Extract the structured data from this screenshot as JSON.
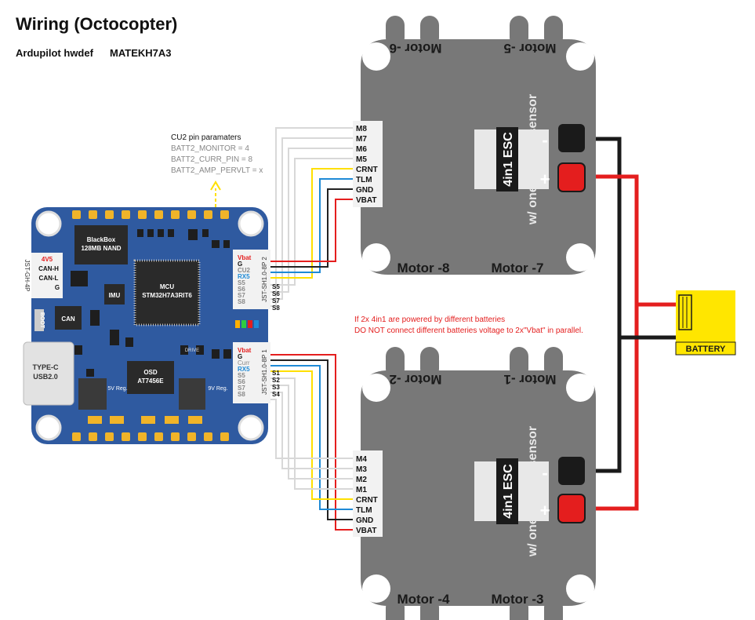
{
  "title": "Wiring (Octocopter)",
  "subtitle": {
    "left": "Ardupilot hwdef",
    "right": "MATEKH7A3"
  },
  "cu2_params": {
    "heading": "CU2 pin paramaters",
    "lines": [
      "BATT2_MONITOR = 4",
      "BATT2_CURR_PIN = 8",
      "BATT2_AMP_PERVLT = x"
    ]
  },
  "fc": {
    "blackbox": [
      "BlackBox",
      "128MB NAND"
    ],
    "mcu": [
      "MCU",
      "STM32H7A3RIT6"
    ],
    "imu": "IMU",
    "can": "CAN",
    "boot": "BOOT",
    "usb": [
      "TYPE-C",
      "USB2.0"
    ],
    "osd": [
      "OSD",
      "AT7456E"
    ],
    "reg5v": "5V Reg.",
    "reg9v": "9V Reg.",
    "drive": "DRIVE",
    "can_connector": {
      "label": "JST-GH-4P",
      "pins": [
        "4V5",
        "CAN-H",
        "CAN-L",
        "G"
      ]
    },
    "connector2": {
      "label": "JST-SH1.0-8P 2",
      "pins": [
        "Vbat",
        "G",
        "CU2",
        "RX5",
        "S5",
        "S6",
        "S7",
        "S8"
      ],
      "wire_labels": [
        "S5",
        "S6",
        "S7",
        "S8"
      ]
    },
    "connector1": {
      "label": "JST-SH1.0-8P 1",
      "pins": [
        "Vbat",
        "G",
        "Curr",
        "RX5",
        "S5",
        "S6",
        "S7",
        "S8"
      ],
      "wire_labels": [
        "S1",
        "S2",
        "S3",
        "S4"
      ]
    }
  },
  "esc_top": {
    "pins": [
      "M8",
      "M7",
      "M6",
      "M5",
      "CRNT",
      "TLM",
      "GND",
      "VBAT"
    ],
    "label": "4in1 ESC",
    "sublabel": "w/ one current sensor",
    "motors": [
      "Motor -6",
      "Motor -5",
      "Motor -8",
      "Motor -7"
    ],
    "minus": "-",
    "plus": "+"
  },
  "esc_bottom": {
    "pins": [
      "M4",
      "M3",
      "M2",
      "M1",
      "CRNT",
      "TLM",
      "GND",
      "VBAT"
    ],
    "label": "4in1 ESC",
    "sublabel": "w/ one current sensor",
    "motors": [
      "Motor -2",
      "Motor -1",
      "Motor -4",
      "Motor -3"
    ],
    "minus": "-",
    "plus": "+"
  },
  "warning": [
    "If 2x 4in1 are powered by different batteries",
    "DO NOT connect different batteries voltage to 2x\"Vbat\" in parallel."
  ],
  "battery": "BATTERY",
  "colors": {
    "board": "#2f5aa0",
    "esc": "#787878",
    "power_red": "#e41e1e",
    "signal_yellow": "#ffe000",
    "signal_blue": "#1e8ad6",
    "battery_yellow": "#ffe600",
    "warning_red": "#e41e1e"
  }
}
